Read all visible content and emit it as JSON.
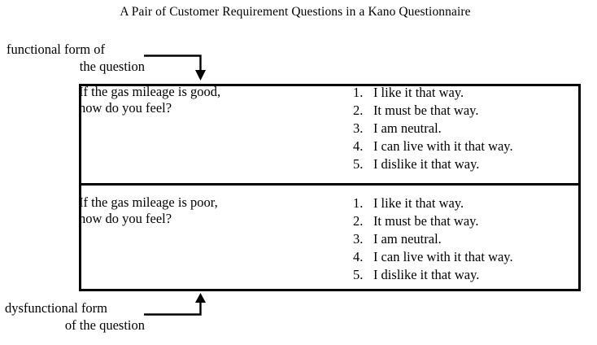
{
  "title": "A Pair of Customer Requirement Questions in a Kano Questionnaire",
  "annotations": {
    "functional_label_line1": "functional form of",
    "functional_label_line2": "the question",
    "dysfunctional_label_line1": "dysfunctional form",
    "dysfunctional_label_line2": "of the question",
    "arrow_down_name": "arrow-down-icon",
    "arrow_up_name": "arrow-up-icon"
  },
  "table": {
    "rows": [
      {
        "form": "functional",
        "question": "If the gas mileage is good,\nhow do you feel?",
        "answers": [
          {
            "num": "1.",
            "text": "I like it that way."
          },
          {
            "num": "2.",
            "text": "It must be that way."
          },
          {
            "num": "3.",
            "text": "I am neutral."
          },
          {
            "num": "4.",
            "text": "I can live with it that way."
          },
          {
            "num": "5.",
            "text": "I dislike it that way."
          }
        ]
      },
      {
        "form": "dysfunctional",
        "question": "If the gas mileage is poor,\nhow do you feel?",
        "answers": [
          {
            "num": "1.",
            "text": "I like it that way."
          },
          {
            "num": "2.",
            "text": "It must be that way."
          },
          {
            "num": "3.",
            "text": "I am neutral."
          },
          {
            "num": "4.",
            "text": "I can live with it that way."
          },
          {
            "num": "5.",
            "text": "I dislike it that way."
          }
        ]
      }
    ]
  },
  "colors": {
    "ink": "#000000",
    "background": "#ffffff"
  }
}
